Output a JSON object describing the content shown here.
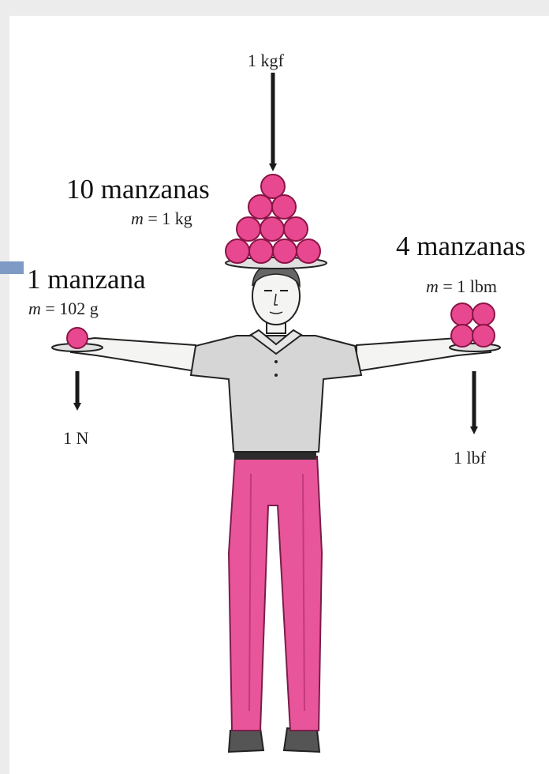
{
  "labels": {
    "top_force": "1 kgf",
    "ten_apples": "10 manzanas",
    "ten_mass_var": "m",
    "ten_mass_value": " = 1 kg",
    "four_apples": "4 manzanas",
    "four_mass_var": "m",
    "four_mass_value": " = 1 lbm",
    "one_apple": "1 manzana",
    "one_mass_var": "m",
    "one_mass_value": " = 102 g",
    "left_force": "1 N",
    "right_force": "1 lbf"
  },
  "colors": {
    "apple": "#e8488f",
    "apple_dark": "#b81f63",
    "shirt": "#d6d6d6",
    "pants": "#e8559a",
    "skin": "#f4f4f2",
    "arrow": "#1a1a1a",
    "accent": "#7f9ac4"
  }
}
